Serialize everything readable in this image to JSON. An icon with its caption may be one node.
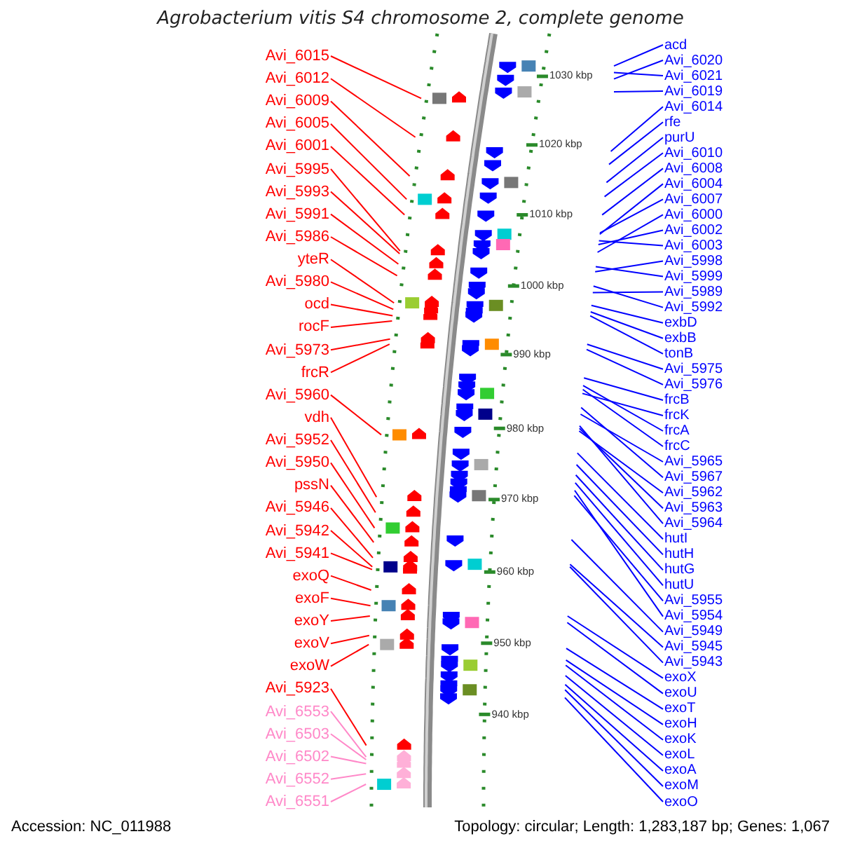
{
  "diagram": {
    "title": "Agrobacterium vitis S4 chromosome 2, complete genome",
    "nodes": [
      {
        "text": [
          "Avi_6015"
        ]
      },
      {
        "text": [
          "Avi_6012"
        ]
      },
      {
        "text": [
          "Avi_6009"
        ]
      },
      {
        "text": [
          "Avi_6005"
        ]
      },
      {
        "text": [
          "Avi_6001"
        ]
      },
      {
        "text": [
          "Avi_5995"
        ]
      },
      {
        "text": [
          "Avi_5993"
        ]
      },
      {
        "text": [
          "Avi_5991"
        ]
      },
      {
        "text": [
          "Avi_5986"
        ]
      },
      {
        "text": [
          "yteR"
        ]
      },
      {
        "text": [
          "Avi_5980"
        ]
      },
      {
        "text": [
          "ocd"
        ]
      },
      {
        "text": [
          "rocF"
        ]
      },
      {
        "text": [
          "Avi_5973"
        ]
      },
      {
        "text": [
          "frcR"
        ]
      },
      {
        "text": [
          "Avi_5960"
        ]
      },
      {
        "text": [
          "vdh"
        ]
      },
      {
        "text": [
          "Avi_5952"
        ]
      },
      {
        "text": [
          "Avi_5950"
        ]
      },
      {
        "text": [
          "pssN"
        ]
      },
      {
        "text": [
          "Avi_5946"
        ]
      },
      {
        "text": [
          "Avi_5942"
        ]
      },
      {
        "text": [
          "Avi_5941"
        ]
      },
      {
        "text": [
          "exoQ"
        ]
      },
      {
        "text": [
          "exoF"
        ]
      },
      {
        "text": [
          "exoY"
        ]
      },
      {
        "text": [
          "exoV"
        ]
      },
      {
        "text": [
          "exoW"
        ]
      },
      {
        "text": [
          "Avi_5923"
        ]
      },
      {
        "text": [
          "Avi_6553"
        ]
      },
      {
        "text": [
          "Avi_6503"
        ]
      },
      {
        "text": [
          "Avi_6502"
        ]
      },
      {
        "text": [
          "Avi_6552"
        ]
      },
      {
        "text": [
          "Avi_6551"
        ]
      },
      {
        "text": [
          "acd"
        ]
      },
      {
        "text": [
          "Avi_6020"
        ]
      },
      {
        "text": [
          "Avi_6021"
        ]
      },
      {
        "text": [
          "Avi_6019"
        ]
      },
      {
        "text": [
          "Avi_6014"
        ]
      },
      {
        "text": [
          "rfe"
        ]
      },
      {
        "text": [
          "purU"
        ]
      },
      {
        "text": [
          "Avi_6010"
        ]
      },
      {
        "text": [
          "Avi_6008"
        ]
      },
      {
        "text": [
          "Avi_6004"
        ]
      },
      {
        "text": [
          "Avi_6007"
        ]
      },
      {
        "text": [
          "Avi_6000"
        ]
      },
      {
        "text": [
          "Avi_6002"
        ]
      },
      {
        "text": [
          "Avi_6003"
        ]
      },
      {
        "text": [
          "Avi_5998"
        ]
      },
      {
        "text": [
          "Avi_5999"
        ]
      },
      {
        "text": [
          "Avi_5989"
        ]
      },
      {
        "text": [
          "Avi_5992"
        ]
      },
      {
        "text": [
          "exbD"
        ]
      },
      {
        "text": [
          "exbB"
        ]
      },
      {
        "text": [
          "tonB"
        ]
      },
      {
        "text": [
          "Avi_5975"
        ]
      },
      {
        "text": [
          "Avi_5976"
        ]
      },
      {
        "text": [
          "frcB"
        ]
      },
      {
        "text": [
          "frcK"
        ]
      },
      {
        "text": [
          "frcA"
        ]
      },
      {
        "text": [
          "frcC"
        ]
      },
      {
        "text": [
          "Avi_5965"
        ]
      },
      {
        "text": [
          "Avi_5967"
        ]
      },
      {
        "text": [
          "Avi_5962"
        ]
      },
      {
        "text": [
          "Avi_5963"
        ]
      },
      {
        "text": [
          "Avi_5964"
        ]
      },
      {
        "text": [
          "hutI"
        ]
      },
      {
        "text": [
          "hutH"
        ]
      },
      {
        "text": [
          "hutG"
        ]
      },
      {
        "text": [
          "hutU"
        ]
      },
      {
        "text": [
          "Avi_5955"
        ]
      },
      {
        "text": [
          "Avi_5954"
        ]
      },
      {
        "text": [
          "Avi_5949"
        ]
      },
      {
        "text": [
          "Avi_5945"
        ]
      },
      {
        "text": [
          "Avi_5943"
        ]
      },
      {
        "text": [
          "exoX"
        ]
      },
      {
        "text": [
          "exoU"
        ]
      },
      {
        "text": [
          "exoT"
        ]
      },
      {
        "text": [
          "exoH"
        ]
      },
      {
        "text": [
          "exoK"
        ]
      },
      {
        "text": [
          "exoL"
        ]
      },
      {
        "text": [
          "exoA"
        ]
      },
      {
        "text": [
          "exoM"
        ]
      },
      {
        "text": [
          "exoO"
        ]
      }
    ],
    "edges": [
      {
        "from": 0,
        "to": null,
        "arrow": "none",
        "color": "#ff0000"
      },
      {
        "from": 1,
        "to": null,
        "arrow": "none",
        "color": "#ff0000"
      },
      {
        "from": 2,
        "to": null,
        "arrow": "none",
        "color": "#ff0000"
      },
      {
        "from": 3,
        "to": null,
        "arrow": "none",
        "color": "#ff0000"
      },
      {
        "from": 4,
        "to": null,
        "arrow": "none",
        "color": "#ff0000"
      },
      {
        "from": 5,
        "to": null,
        "arrow": "none",
        "color": "#ff0000"
      },
      {
        "from": 6,
        "to": null,
        "arrow": "none",
        "color": "#ff0000"
      },
      {
        "from": 7,
        "to": null,
        "arrow": "none",
        "color": "#ff0000"
      },
      {
        "from": 8,
        "to": null,
        "arrow": "none",
        "color": "#ff0000"
      },
      {
        "from": 9,
        "to": null,
        "arrow": "none",
        "color": "#ff0000"
      },
      {
        "from": 10,
        "to": null,
        "arrow": "none",
        "color": "#ff0000"
      },
      {
        "from": 11,
        "to": null,
        "arrow": "none",
        "color": "#ff0000"
      },
      {
        "from": 12,
        "to": null,
        "arrow": "none",
        "color": "#ff0000"
      },
      {
        "from": 13,
        "to": null,
        "arrow": "none",
        "color": "#ff0000"
      },
      {
        "from": 14,
        "to": null,
        "arrow": "none",
        "color": "#ff0000"
      },
      {
        "from": 15,
        "to": null,
        "arrow": "none",
        "color": "#ff0000"
      },
      {
        "from": 16,
        "to": null,
        "arrow": "none",
        "color": "#ff0000"
      },
      {
        "from": 17,
        "to": null,
        "arrow": "none",
        "color": "#ff0000"
      },
      {
        "from": 18,
        "to": null,
        "arrow": "none",
        "color": "#ff0000"
      },
      {
        "from": 19,
        "to": null,
        "arrow": "none",
        "color": "#ff0000"
      },
      {
        "from": 20,
        "to": null,
        "arrow": "none",
        "color": "#ff0000"
      },
      {
        "from": 21,
        "to": null,
        "arrow": "none",
        "color": "#ff0000"
      },
      {
        "from": 22,
        "to": null,
        "arrow": "none",
        "color": "#ff0000"
      },
      {
        "from": 23,
        "to": null,
        "arrow": "none",
        "color": "#ff0000"
      },
      {
        "from": 24,
        "to": null,
        "arrow": "none",
        "color": "#ff0000"
      },
      {
        "from": 25,
        "to": null,
        "arrow": "none",
        "color": "#ff0000"
      },
      {
        "from": 26,
        "to": null,
        "arrow": "none",
        "color": "#ff0000"
      },
      {
        "from": 27,
        "to": null,
        "arrow": "none",
        "color": "#ff0000"
      },
      {
        "from": 28,
        "to": null,
        "arrow": "none",
        "color": "#ff0000"
      },
      {
        "from": 29,
        "to": null,
        "arrow": "none",
        "color": "#ff88c8"
      },
      {
        "from": 30,
        "to": null,
        "arrow": "none",
        "color": "#ff88c8"
      },
      {
        "from": 31,
        "to": null,
        "arrow": "none",
        "color": "#ff88c8"
      },
      {
        "from": 32,
        "to": null,
        "arrow": "none",
        "color": "#ff88c8"
      },
      {
        "from": 33,
        "to": null,
        "arrow": "none",
        "color": "#ff88c8"
      },
      {
        "from": 34,
        "to": null,
        "arrow": "none"
      },
      {
        "from": 35,
        "to": null,
        "arrow": "none"
      },
      {
        "from": 36,
        "to": null,
        "arrow": "none"
      },
      {
        "from": 37,
        "to": null,
        "arrow": "none"
      },
      {
        "from": 38,
        "to": null,
        "arrow": "none"
      },
      {
        "from": 39,
        "to": null,
        "arrow": "none"
      },
      {
        "from": 40,
        "to": null,
        "arrow": "none"
      },
      {
        "from": 41,
        "to": null,
        "arrow": "none"
      },
      {
        "from": 42,
        "to": null,
        "arrow": "none"
      },
      {
        "from": 43,
        "to": null,
        "arrow": "none"
      },
      {
        "from": 44,
        "to": null,
        "arrow": "none"
      },
      {
        "from": 45,
        "to": null,
        "arrow": "none"
      },
      {
        "from": 46,
        "to": null,
        "arrow": "none"
      },
      {
        "from": 47,
        "to": null,
        "arrow": "none"
      },
      {
        "from": 48,
        "to": null,
        "arrow": "none"
      },
      {
        "from": 49,
        "to": null,
        "arrow": "none"
      },
      {
        "from": 50,
        "to": null,
        "arrow": "none"
      },
      {
        "from": 51,
        "to": null,
        "arrow": "none"
      },
      {
        "from": 52,
        "to": null,
        "arrow": "none"
      },
      {
        "from": 53,
        "to": null,
        "arrow": "none"
      },
      {
        "from": 54,
        "to": null,
        "arrow": "none"
      },
      {
        "from": 55,
        "to": null,
        "arrow": "none"
      },
      {
        "from": 56,
        "to": null,
        "arrow": "none"
      },
      {
        "from": 57,
        "to": null,
        "arrow": "none"
      },
      {
        "from": 58,
        "to": null,
        "arrow": "none"
      },
      {
        "from": 59,
        "to": null,
        "arrow": "none"
      },
      {
        "from": 60,
        "to": null,
        "arrow": "none"
      },
      {
        "from": 61,
        "to": null,
        "arrow": "none"
      },
      {
        "from": 62,
        "to": null,
        "arrow": "none"
      },
      {
        "from": 63,
        "to": null,
        "arrow": "none"
      },
      {
        "from": 64,
        "to": null,
        "arrow": "none"
      },
      {
        "from": 65,
        "to": null,
        "arrow": "none"
      },
      {
        "from": 66,
        "to": null,
        "arrow": "none"
      },
      {
        "from": 67,
        "to": null,
        "arrow": "none"
      },
      {
        "from": 68,
        "to": null,
        "arrow": "none"
      },
      {
        "from": 69,
        "to": null,
        "arrow": "none"
      },
      {
        "from": 70,
        "to": null,
        "arrow": "none"
      },
      {
        "from": 71,
        "to": null,
        "arrow": "none"
      },
      {
        "from": 72,
        "to": null,
        "arrow": "none"
      },
      {
        "from": 73,
        "to": null,
        "arrow": "none"
      },
      {
        "from": 74,
        "to": null,
        "arrow": "none"
      },
      {
        "from": 75,
        "to": null,
        "arrow": "none"
      },
      {
        "from": 76,
        "to": null,
        "arrow": "none"
      },
      {
        "from": 77,
        "to": null,
        "arrow": "none"
      },
      {
        "from": 78,
        "to": null,
        "arrow": "none"
      },
      {
        "from": 79,
        "to": null,
        "arrow": "none"
      },
      {
        "from": 80,
        "to": null,
        "arrow": "none"
      },
      {
        "from": 81,
        "to": null,
        "arrow": "none"
      },
      {
        "from": 82,
        "to": null,
        "arrow": "none"
      },
      {
        "from": 83,
        "to": null,
        "arrow": "none"
      }
    ],
    "labels": [
      "1030 kbp",
      "1020 kbp",
      "1010 kbp",
      "1000 kbp",
      "990 kbp",
      "980 kbp",
      "970 kbp",
      "960 kbp",
      "950 kbp",
      "940 kbp",
      "Accession: NC_011988",
      "Topology: circular; Length: 1,283,187 bp; Genes: 1,067"
    ]
  }
}
